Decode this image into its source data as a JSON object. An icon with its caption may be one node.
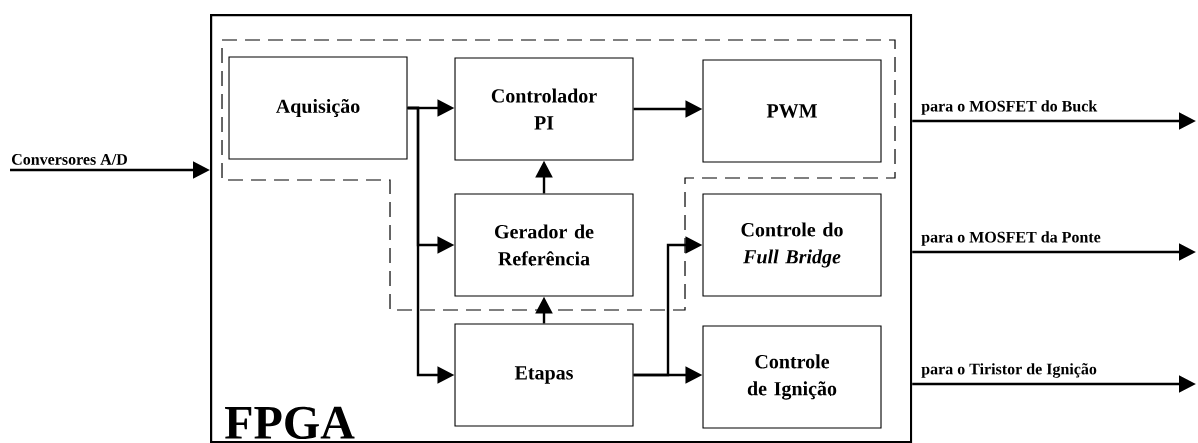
{
  "diagram": {
    "nodes": [
      {
        "text": [
          "FPGA"
        ]
      },
      {
        "text": [
          "Aquisição"
        ],
        "in": 0
      },
      {
        "text": [
          "Controlador PI"
        ],
        "in": 0
      },
      {
        "text": [
          "PWM"
        ],
        "in": 0
      },
      {
        "text": [
          "Gerador de Referência"
        ],
        "in": 0
      },
      {
        "text": [
          "Controle do *Full Bridge*"
        ],
        "in": 0
      },
      {
        "text": [
          "Etapas"
        ],
        "in": 0
      },
      {
        "text": [
          "Controle de Ignição"
        ],
        "in": 0
      }
    ],
    "edges": [
      {
        "from": null,
        "to": 0,
        "arrow": "to",
        "label": "Conversores A/D"
      },
      {
        "from": 1,
        "to": 2,
        "arrow": "to"
      },
      {
        "from": 1,
        "to": 4,
        "arrow": "to"
      },
      {
        "from": 1,
        "to": 6,
        "arrow": "to"
      },
      {
        "from": 2,
        "to": 3,
        "arrow": "to"
      },
      {
        "from": 4,
        "to": 2,
        "arrow": "to"
      },
      {
        "from": 6,
        "to": 4,
        "arrow": "to"
      },
      {
        "from": 6,
        "to": 5,
        "arrow": "to"
      },
      {
        "from": 6,
        "to": 7,
        "arrow": "to"
      },
      {
        "from": 0,
        "to": null,
        "arrow": "to",
        "label": "para o MOSFET do Buck"
      },
      {
        "from": 0,
        "to": null,
        "arrow": "to",
        "label": "para o MOSFET da Ponte"
      },
      {
        "from": 0,
        "to": null,
        "arrow": "to",
        "label": "para o Tiristor de Ignição"
      }
    ]
  }
}
